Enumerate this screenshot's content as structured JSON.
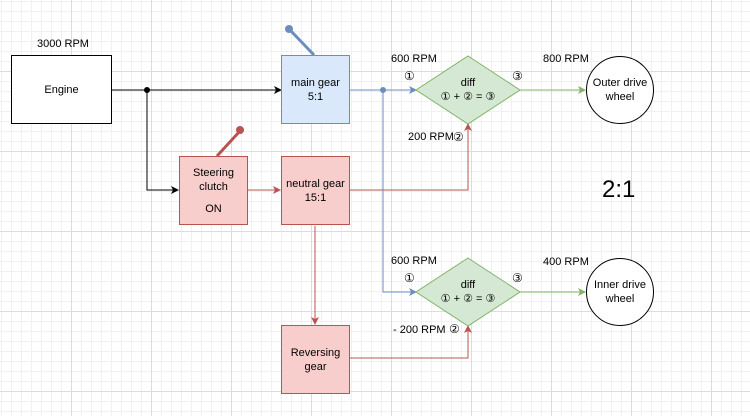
{
  "diagram": {
    "engine": {
      "label": "Engine",
      "rpm": "3000 RPM"
    },
    "main_gear": {
      "line1": "main gear",
      "line2": "5:1"
    },
    "steering_clutch": {
      "line1": "Steering",
      "line2": "clutch",
      "line3": "ON"
    },
    "neutral_gear": {
      "line1": "neutral gear",
      "line2": "15:1"
    },
    "reversing_gear": {
      "line1": "Reversing",
      "line2": "gear"
    },
    "diff_top": {
      "title": "diff",
      "formula": "① + ② = ③",
      "input1_rpm": "600 RPM",
      "input2_rpm": "200 RPM",
      "output_rpm": "800 RPM",
      "marker1": "①",
      "marker2": "②",
      "marker3": "③"
    },
    "diff_bottom": {
      "title": "diff",
      "formula": "① + ② = ③",
      "input1_rpm": "600 RPM",
      "input2_rpm": "- 200 RPM",
      "output_rpm": "400 RPM",
      "marker1": "①",
      "marker2": "②",
      "marker3": "③"
    },
    "outer_wheel": {
      "line1": "Outer drive",
      "line2": "wheel"
    },
    "inner_wheel": {
      "line1": "Inner drive",
      "line2": "wheel"
    },
    "turn_ratio": "2:1"
  },
  "colors": {
    "black": "#000000",
    "blue_stroke": "#6c8ebf",
    "red_stroke": "#b85450",
    "green_stroke": "#82b366",
    "blue_fill": "#dae8fc",
    "red_fill": "#f8cecc",
    "green_fill": "#d5e8d4"
  }
}
